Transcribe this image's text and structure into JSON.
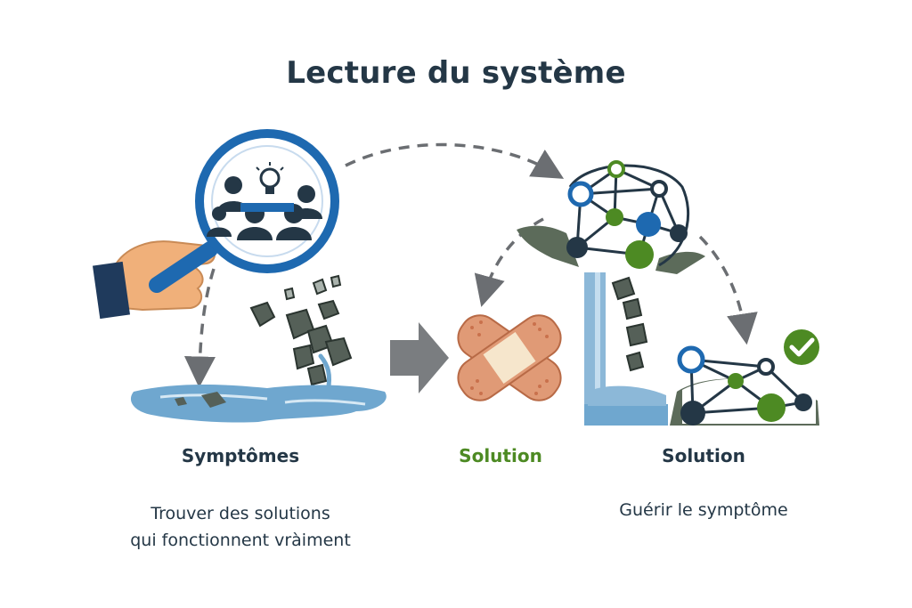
{
  "title": "Lecture du système",
  "stages": {
    "symptoms": {
      "label": "Symptômes",
      "description_line1": "Trouver des solutions",
      "description_line2": "qui fonctionnent vràiment"
    },
    "patch": {
      "label": "Solution"
    },
    "system": {
      "label": "Solution",
      "description": "Guérir le symptôme"
    }
  },
  "colors": {
    "blue": "#1e69b0",
    "green": "#4d8a23",
    "dark": "#243746",
    "water": "#6fa7cf",
    "bandage": "#e09a76",
    "arrow_gray": "#7a7d80"
  }
}
